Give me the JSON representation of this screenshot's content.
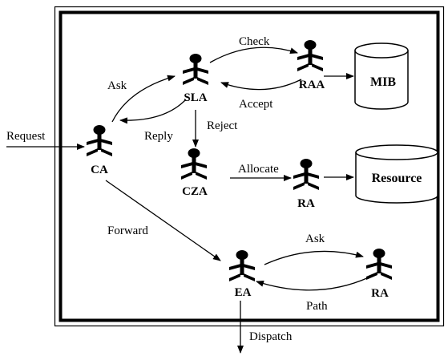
{
  "agents": {
    "ca": "CA",
    "sla": "SLA",
    "raa": "RAA",
    "cza": "CZA",
    "ra_top": "RA",
    "ea": "EA",
    "ra_bottom": "RA"
  },
  "databases": {
    "mib": "MIB",
    "resource": "Resource"
  },
  "edges": {
    "request": "Request",
    "ask_top": "Ask",
    "reply": "Reply",
    "check": "Check",
    "accept": "Accept",
    "reject": "Reject",
    "allocate": "Allocate",
    "forward": "Forward",
    "ask_bottom": "Ask",
    "path": "Path",
    "dispatch": "Dispatch"
  }
}
